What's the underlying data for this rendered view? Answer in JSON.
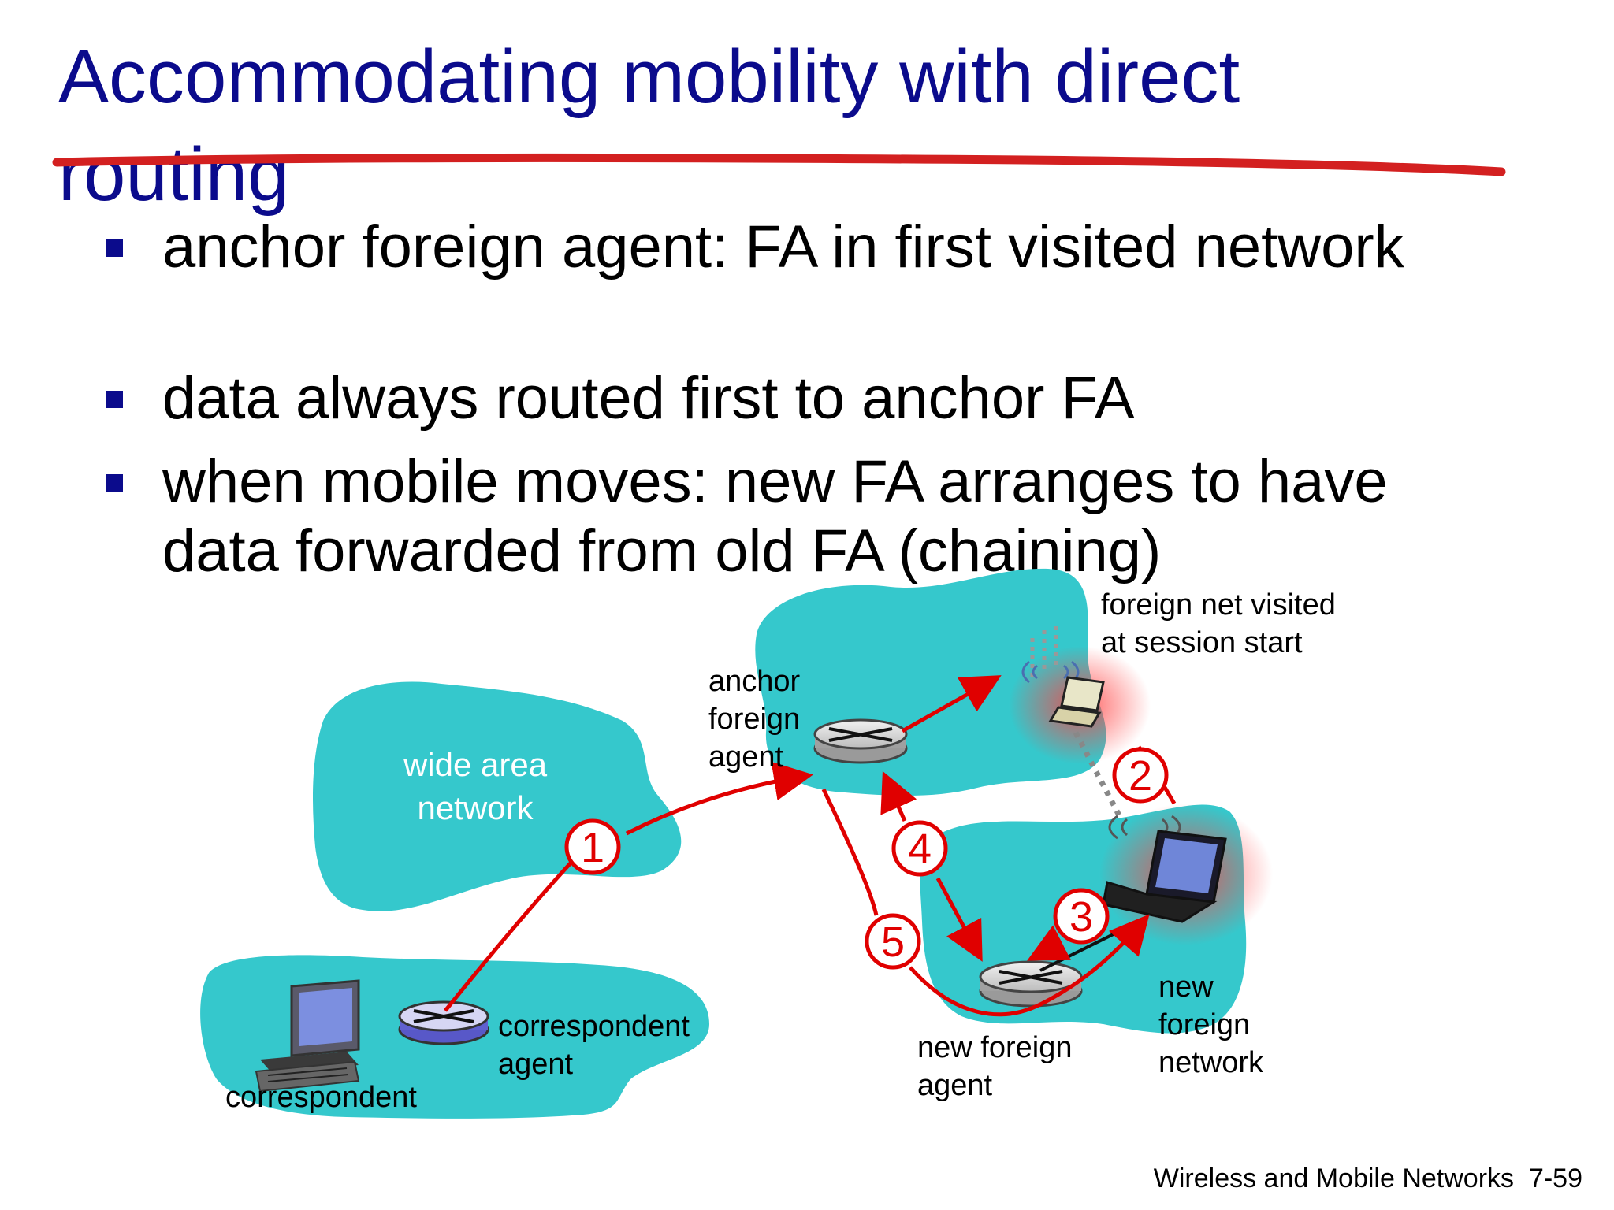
{
  "slide": {
    "title": "Accommodating mobility with direct routing",
    "bullets": [
      "anchor foreign agent: FA in first visited network",
      "data always routed first to anchor FA",
      "when mobile moves: new FA arranges to have data forwarded from old FA (chaining)"
    ],
    "footer": {
      "section": "Wireless and Mobile Networks",
      "page": "7-59"
    }
  },
  "diagram": {
    "labels": {
      "wan_line1": "wide area",
      "wan_line2": "network",
      "anchor_1": "anchor",
      "anchor_2": "foreign",
      "anchor_3": "agent",
      "visited_1": "foreign net  visited",
      "visited_2": "at session start",
      "correspondent": "correspondent",
      "ca_1": "correspondent",
      "ca_2": "agent",
      "nfa_1": "new foreign",
      "nfa_2": "agent",
      "nfn_1": "new",
      "nfn_2": "foreign",
      "nfn_3": "network"
    },
    "steps": [
      "1",
      "2",
      "3",
      "4",
      "5"
    ],
    "colors": {
      "cloud": "#35c8cc",
      "arrow": "#e00000",
      "title": "#0b0b8c",
      "strike": "#d32020"
    }
  }
}
